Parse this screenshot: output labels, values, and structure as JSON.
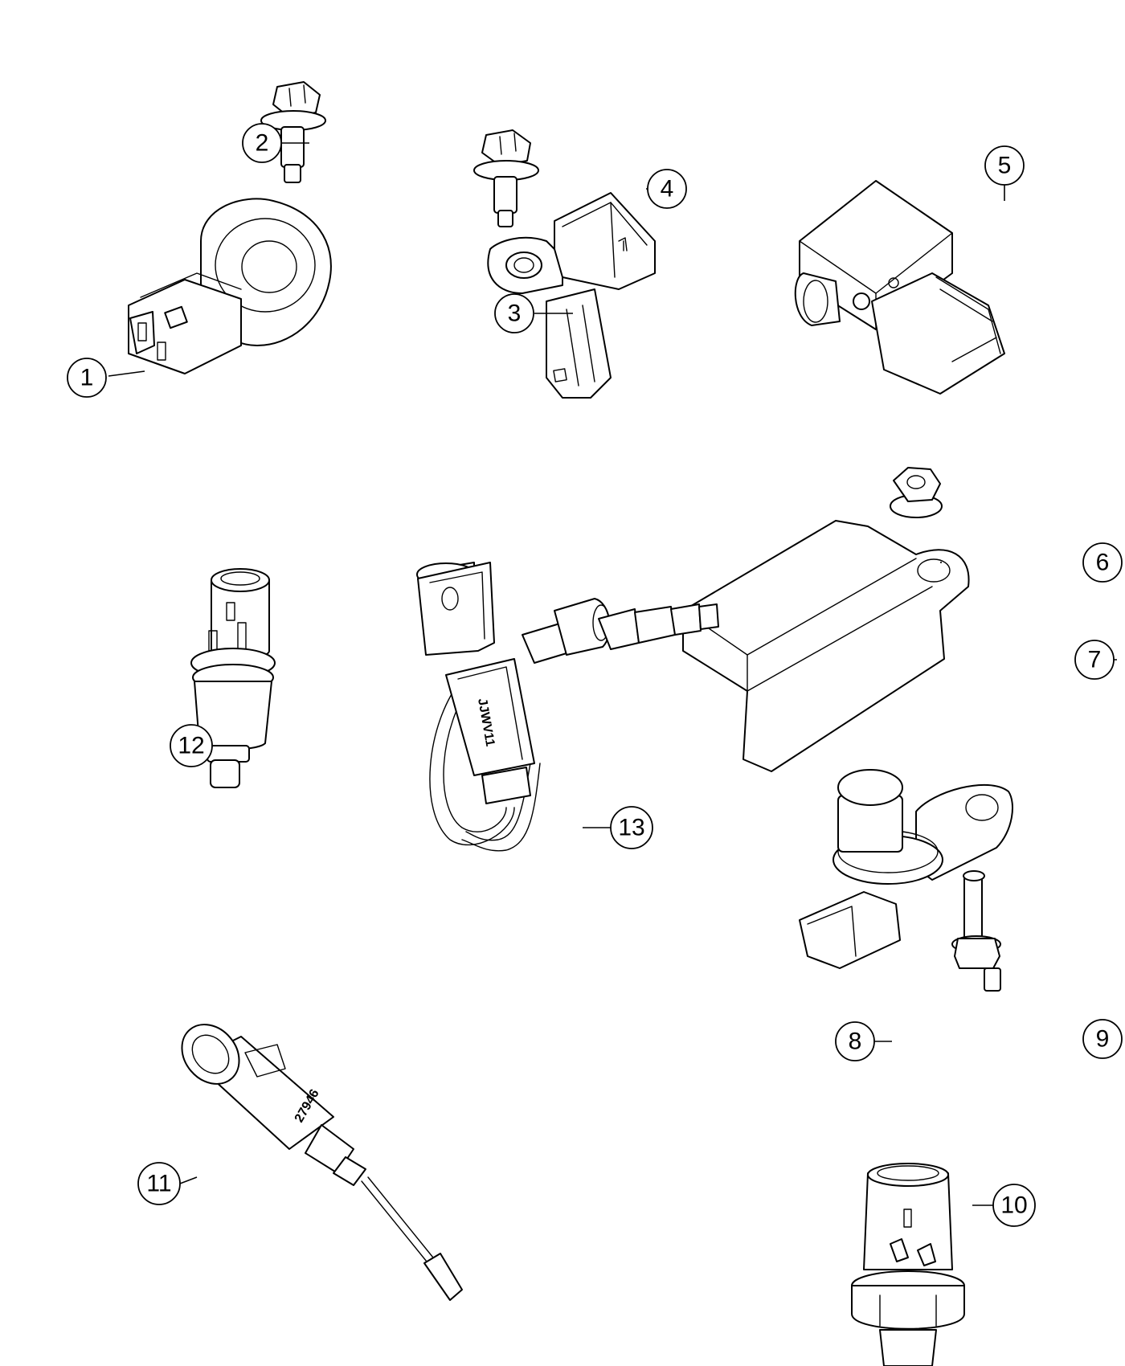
{
  "callouts": [
    {
      "id": "1",
      "label": "1",
      "part": "knock-sensor"
    },
    {
      "id": "2",
      "label": "2",
      "part": "flange-bolt"
    },
    {
      "id": "3",
      "label": "3",
      "part": "crankshaft-position-sensor"
    },
    {
      "id": "4",
      "label": "4",
      "part": "flange-bolt"
    },
    {
      "id": "5",
      "label": "5",
      "part": "map-sensor"
    },
    {
      "id": "6",
      "label": "6",
      "part": "flange-nut"
    },
    {
      "id": "7",
      "label": "7",
      "part": "sensor-module"
    },
    {
      "id": "8",
      "label": "8",
      "part": "camshaft-position-sensor"
    },
    {
      "id": "9",
      "label": "9",
      "part": "bolt"
    },
    {
      "id": "10",
      "label": "10",
      "part": "oil-pressure-switch"
    },
    {
      "id": "11",
      "label": "11",
      "part": "temperature-sensor-probe"
    },
    {
      "id": "12",
      "label": "12",
      "part": "coolant-temperature-sensor"
    },
    {
      "id": "13",
      "label": "13",
      "part": "sensor-with-harness"
    }
  ],
  "markings": {
    "sensor_11_stamp": "27946",
    "sensor_13_stamp": "JJWV11"
  }
}
